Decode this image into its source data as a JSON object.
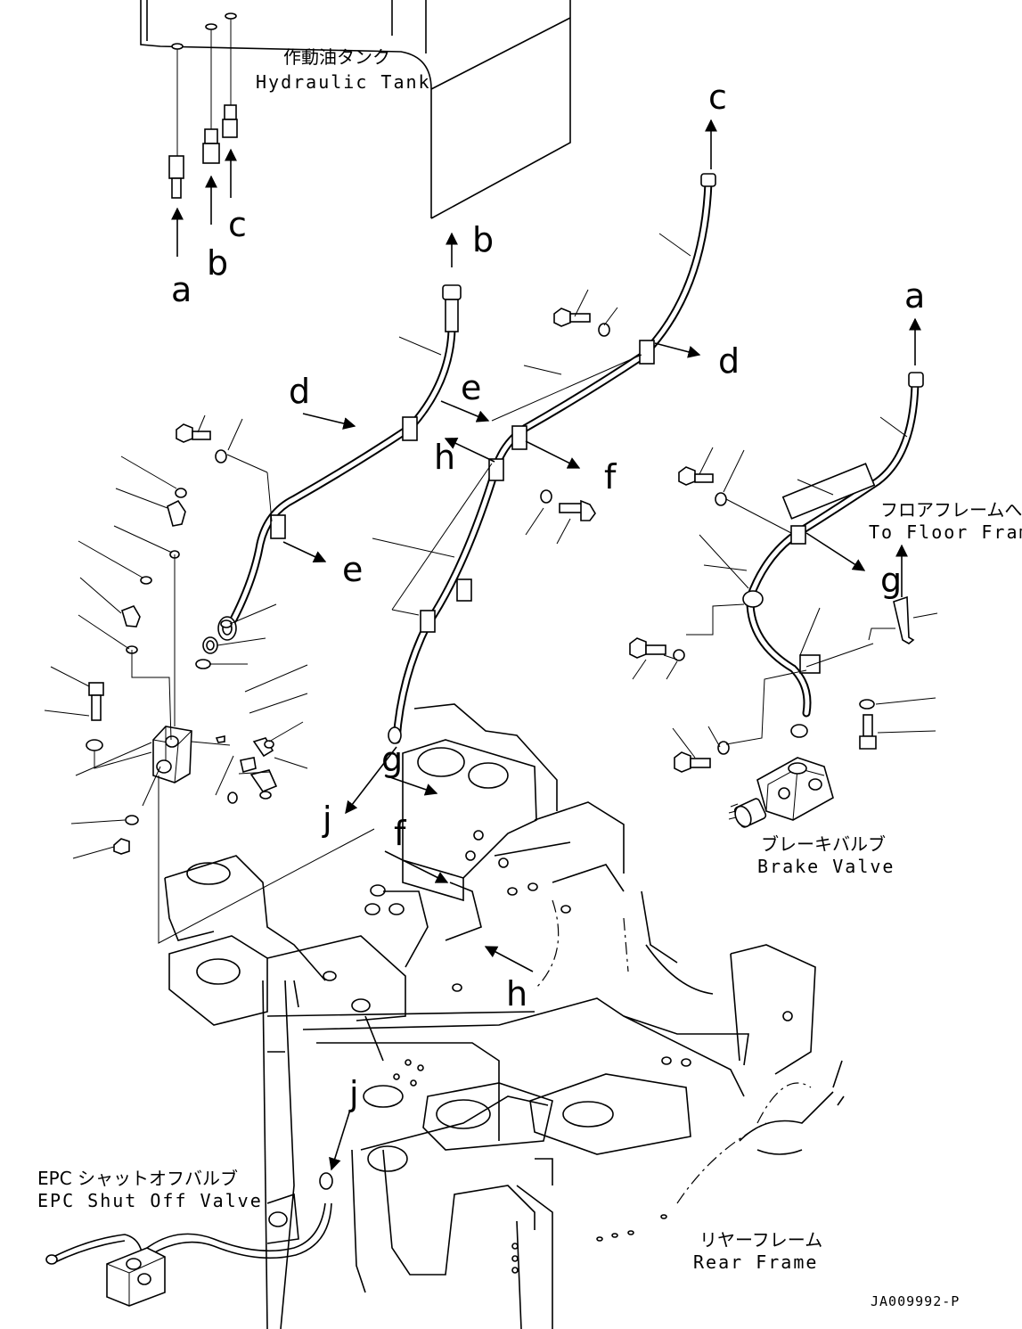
{
  "labels": {
    "hydraulic_tank_jp": "作動油タンク",
    "hydraulic_tank_en": "Hydraulic Tank",
    "to_floor_frame_jp": "フロアフレームへ",
    "to_floor_frame_en": "To Floor Frame",
    "brake_valve_jp": "ブレーキバルブ",
    "brake_valve_en": "Brake Valve",
    "epc_valve_jp": "EPC シャットオフバルブ",
    "epc_valve_en": "EPC Shut Off Valve",
    "rear_frame_jp": "リヤーフレーム",
    "rear_frame_en": "Rear Frame",
    "drawing_code": "JA009992-P"
  },
  "connection_letters": {
    "a": "a",
    "b": "b",
    "c": "c",
    "d": "d",
    "e": "e",
    "f": "f",
    "g": "g",
    "h": "h",
    "j": "j"
  }
}
